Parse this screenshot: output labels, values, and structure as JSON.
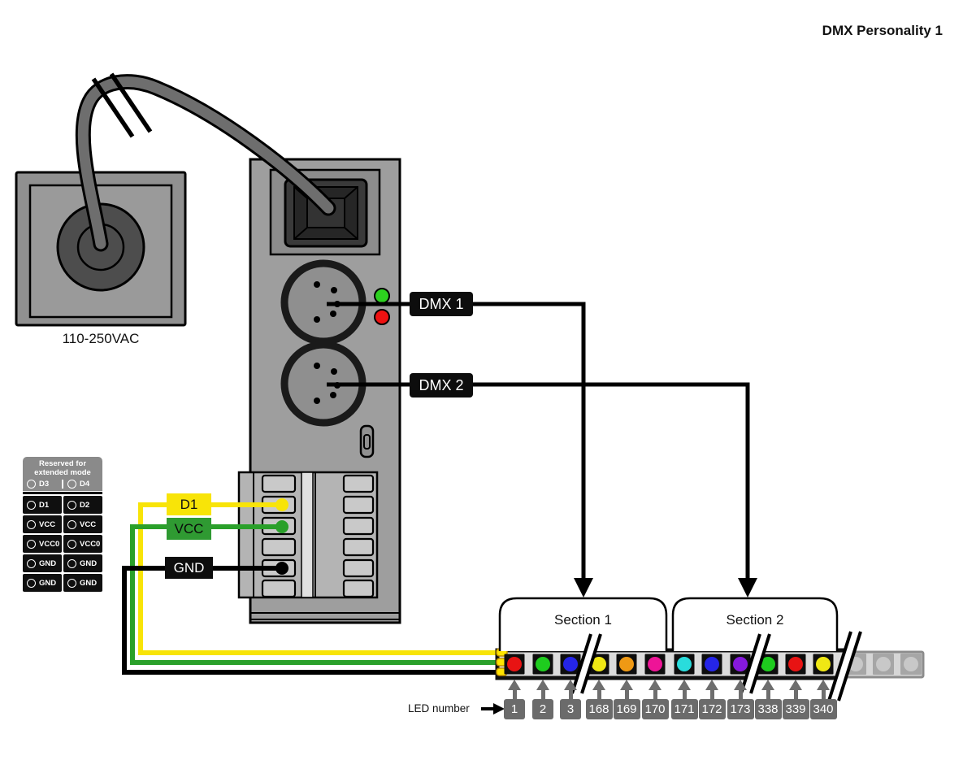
{
  "title": "DMX Personality 1",
  "power": {
    "label": "110-250VAC"
  },
  "dmx": {
    "dmx1_label": "DMX 1",
    "dmx2_label": "DMX 2"
  },
  "wire_labels": {
    "d1": "D1",
    "vcc": "VCC",
    "gnd": "GND"
  },
  "extended_table": {
    "header": "Reserved for extended mode",
    "header_line1": "Reserved for",
    "header_line2": "extended mode",
    "header_row": [
      "D3",
      "D4"
    ],
    "rows": [
      [
        "D1",
        "D2"
      ],
      [
        "VCC",
        "VCC"
      ],
      [
        "VCC0",
        "VCC0"
      ],
      [
        "GND",
        "GND"
      ],
      [
        "GND",
        "GND"
      ]
    ]
  },
  "sections": {
    "s1": "Section 1",
    "s2": "Section 2"
  },
  "led_strip": {
    "caption": "LED number",
    "leds": [
      {
        "num": "1",
        "color": "#e81313"
      },
      {
        "num": "2",
        "color": "#1ecc1e"
      },
      {
        "num": "3",
        "color": "#2525e8"
      },
      {
        "num": "168",
        "color": "#efe714"
      },
      {
        "num": "169",
        "color": "#ef9914"
      },
      {
        "num": "170",
        "color": "#ee1497"
      },
      {
        "num": "171",
        "color": "#29dcdc"
      },
      {
        "num": "172",
        "color": "#2525e8"
      },
      {
        "num": "173",
        "color": "#8619dd"
      },
      {
        "num": "338",
        "color": "#1ecc1e"
      },
      {
        "num": "339",
        "color": "#e81313"
      },
      {
        "num": "340",
        "color": "#efe714"
      }
    ],
    "inactive_led_count": 3
  },
  "colors": {
    "wire_d1": "#f8e408",
    "wire_vcc": "#2aa02a",
    "wire_gnd": "#000000",
    "status_green": "#2dd11f",
    "status_red": "#ee1111",
    "label_d1_bg": "#f8e408",
    "label_vcc_bg": "#2f9a32",
    "label_gnd_bg": "#0d0d0d"
  }
}
